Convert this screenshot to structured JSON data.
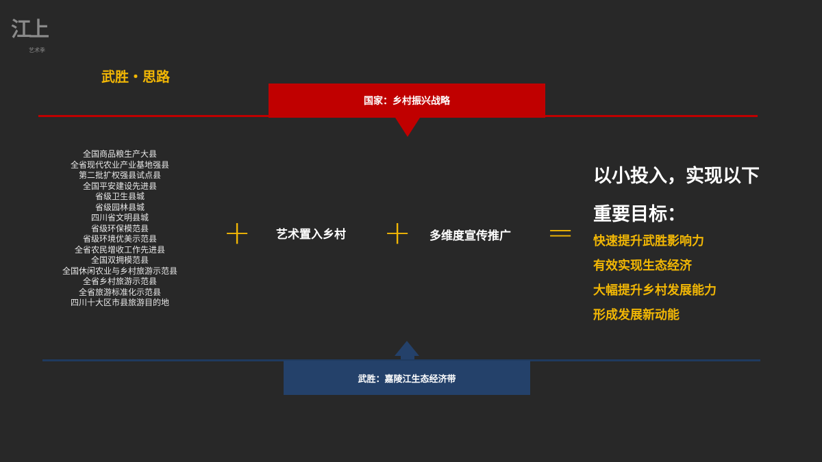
{
  "logo": {
    "main": "江上",
    "sub": "艺术季"
  },
  "title": "武胜・思路",
  "top_banner": "国家：乡村振兴战略",
  "honors": [
    "全国商品粮生产大县",
    "全省现代农业产业基地强县",
    "第二批扩权强县试点县",
    "全国平安建设先进县",
    "省级卫生县城",
    "省级园林县城",
    "四川省文明县城",
    "省级环保模范县",
    "省级环境优美示范县",
    "全省农民增收工作先进县",
    "全国双拥模范县",
    "全国休闲农业与乡村旅游示范县",
    "全省乡村旅游示范县",
    "全省旅游标准化示范县",
    "四川十大区市县旅游目的地"
  ],
  "plus": "+",
  "equals": "=",
  "art": "艺术置入乡村",
  "promo": "多维度宣传推广",
  "goal_heading": [
    "以小投入，实现以下",
    "重要目标："
  ],
  "goals": [
    "快速提升武胜影响力",
    "有效实现生态经济",
    "大幅提升乡村发展能力",
    "形成发展新动能"
  ],
  "bottom_banner": "武胜：嘉陵江生态经济带",
  "colors": {
    "accent": "#f2b705",
    "red": "#c00000",
    "blue": "#24416a",
    "bg": "#282828"
  }
}
